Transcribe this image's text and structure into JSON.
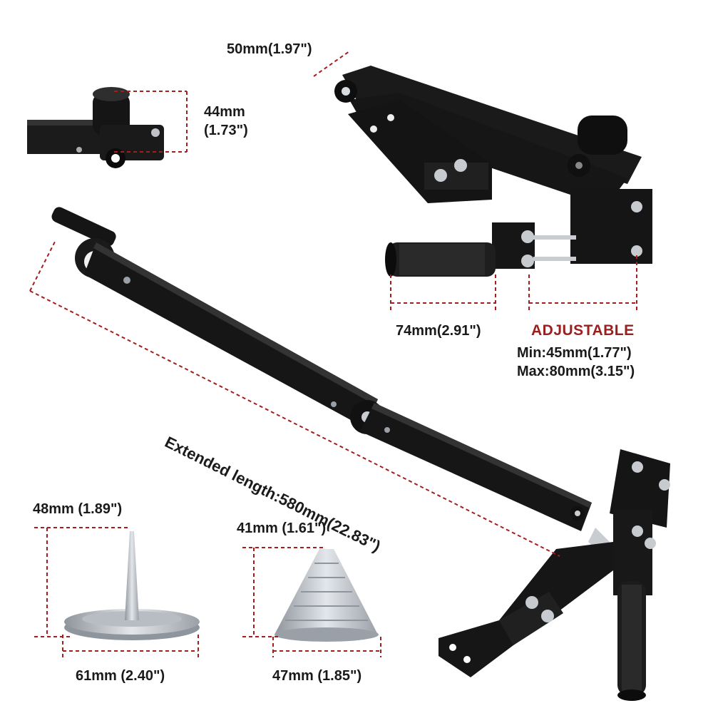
{
  "labels": {
    "top_width": "50mm(1.97\")",
    "clamp_h_mm": "44mm",
    "clamp_h_in": "(1.73\")",
    "handle_len": "74mm(2.91\")",
    "adjustable": "ADJUSTABLE",
    "adj_min": "Min:45mm(1.77\")",
    "adj_max": "Max:80mm(3.15\")",
    "extended": "Extended length:580mm(22.83\")",
    "spike_h": "48mm (1.89\")",
    "spike_w": "61mm (2.40\")",
    "cone_h": "41mm (1.61\")",
    "cone_w": "47mm (1.85\")"
  },
  "colors": {
    "metal": "#161616",
    "metal_hi": "#3a3a3a",
    "dim_line": "#a51d1d",
    "accent": "#9a1f1f",
    "steel": "#c9cdd2",
    "steel_dark": "#8f959c"
  }
}
